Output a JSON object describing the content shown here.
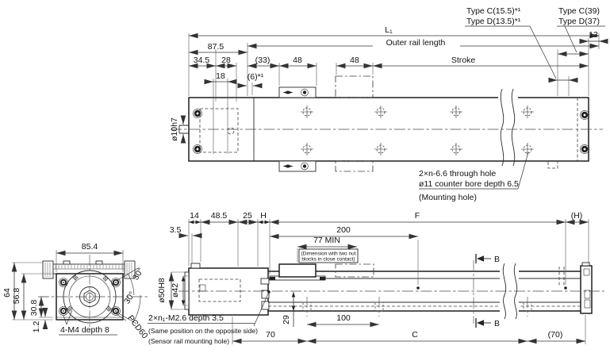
{
  "colors": {
    "background": "#ffffff",
    "line": "#1f1f1f",
    "dim_line": "#333333"
  },
  "top_view": {
    "dims": {
      "l1": "L₁",
      "outer": "Outer rail length",
      "stroke": "Stroke",
      "d87_5": "87.5",
      "d34_5": "34.5",
      "d28": "28",
      "d18": "18",
      "d33": "(33)",
      "d48a": "48",
      "d48b": "48",
      "d6": "(6)*¹",
      "d13": "13"
    },
    "labels": {
      "type_c_155": "Type C(15.5)*¹",
      "type_d_135": "Type D(13.5)*¹",
      "type_c_39": "Type C(39)",
      "type_d_37": "Type D(37)",
      "shaft_dia": "ø10h7"
    },
    "mount_note": {
      "line1": "2×n-6.6 through hole",
      "line2": "ø11 counter bore depth 6.5",
      "line3": "(Mounting hole)"
    }
  },
  "end_view": {
    "dims": {
      "d85_4": "85.4",
      "d64": "64",
      "d56_8": "56.8",
      "d30_8": "30.8",
      "d1_2": "1.2"
    },
    "labels": {
      "m4_note": "4-M4 depth 8",
      "pcd": "PCD60",
      "angle_a": "30°",
      "angle_b": "30°"
    }
  },
  "side_view": {
    "dims": {
      "d14": "14",
      "d48_5": "48.5",
      "d25": "25",
      "dh": "H",
      "df": "F",
      "dhp": "(H)",
      "d3_5": "3.5",
      "d200": "200",
      "d77": "77 MIN",
      "d50": "ø50H8",
      "d42": "ø42",
      "d29": "29",
      "d100": "100",
      "d70": "70",
      "dc": "C",
      "d70p": "(70)"
    },
    "notes": {
      "nut_line1": "(Dimension with two nut",
      "nut_line2": "blocks in close contact)",
      "sensor_line1": "2×n₁-M2.6 depth 3.5",
      "sensor_line2": "(Same position on the opposite side)",
      "sensor_line3": "(Sensor rail mounting hole)"
    },
    "section": {
      "b_top": "B",
      "b_bottom": "B"
    }
  }
}
